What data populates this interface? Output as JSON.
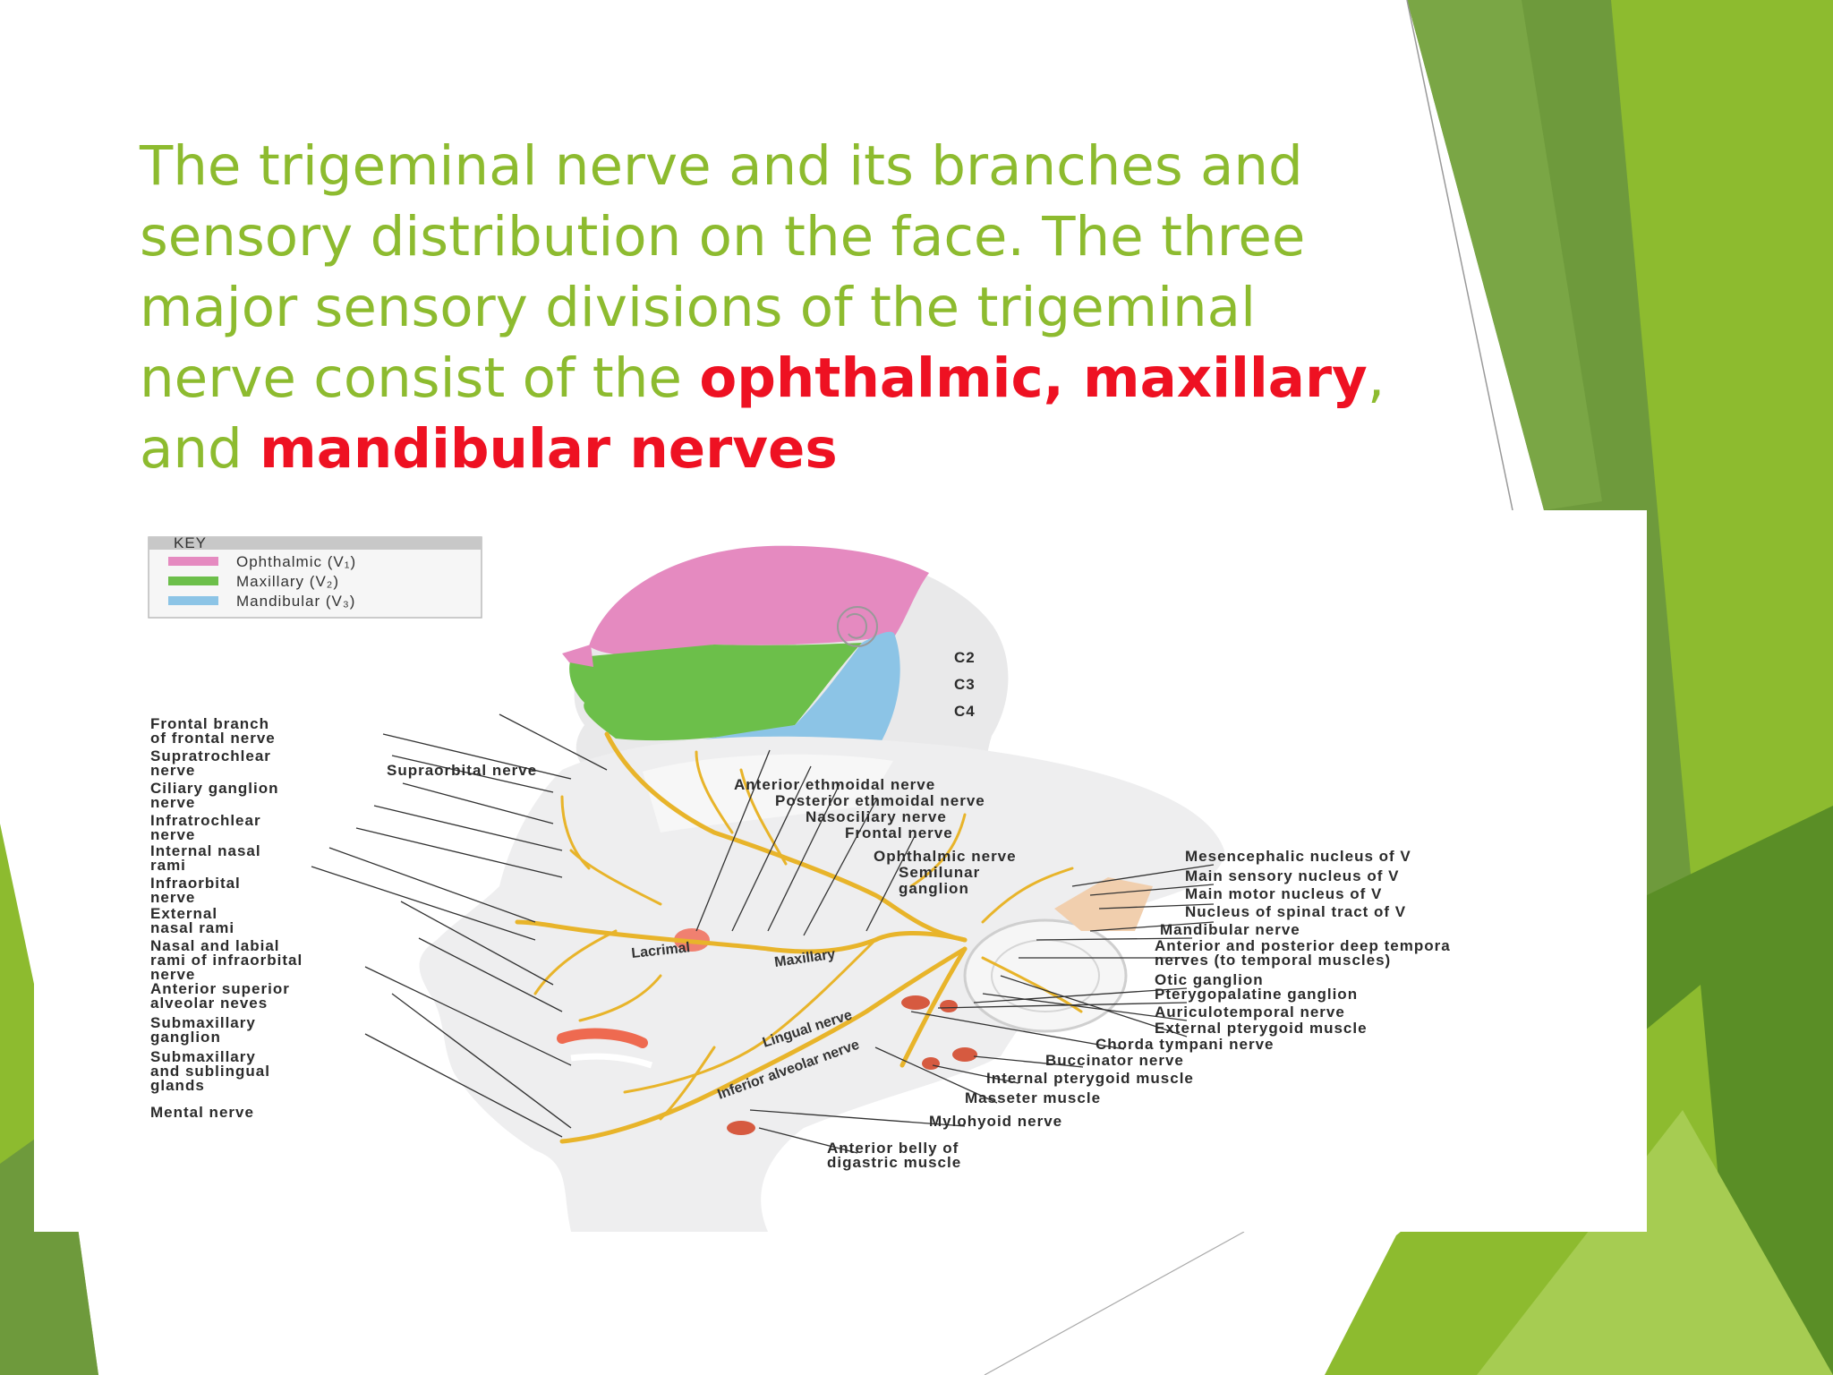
{
  "slide": {
    "title_part1": "The trigeminal nerve and its branches and sensory distribution on the face. The three major sensory divisions of the trigeminal nerve consist of the ",
    "title_highlight1": "ophthalmic, maxillary",
    "title_part2": ", and ",
    "title_highlight2": "mandibular nerves",
    "text_color": "#8dbb2f",
    "highlight_color": "#ee1122",
    "accent_greens": [
      "#8dbb2f",
      "#6e9a3c",
      "#4d8a1e",
      "#a6cc52"
    ]
  },
  "figure": {
    "key": {
      "title": "KEY",
      "items": [
        {
          "label": "Ophthalmic (V₁)",
          "color": "#e58ac0"
        },
        {
          "label": "Maxillary (V₂)",
          "color": "#6cbf4a"
        },
        {
          "label": "Mandibular (V₃)",
          "color": "#8cc4e6"
        }
      ]
    },
    "dermatome_labels": [
      "C2",
      "C3",
      "C4"
    ],
    "left_labels": [
      "Frontal branch",
      "of frontal nerve",
      "Supratrochlear",
      "nerve",
      "Ciliary ganglion",
      "nerve",
      "Infratrochlear",
      "nerve",
      "Internal nasal",
      "rami",
      "Infraorbital",
      "nerve",
      "External",
      "nasal rami",
      "Nasal and labial",
      "rami of infraorbital",
      "nerve",
      "Anterior superior",
      "alveolar neves",
      "Submaxillary",
      "ganglion",
      "Submaxillary",
      "and sublingual",
      "glands",
      "Mental nerve"
    ],
    "top_labels": [
      "Supraorbital nerve",
      "Anterior ethmoidal nerve",
      "Posterior ethmoidal nerve",
      "Nasociliary nerve",
      "Frontal nerve",
      "Ophthalmic nerve",
      "Semilunar",
      "ganglion"
    ],
    "right_labels": [
      "Mesencephalic nucleus of V",
      "Main sensory nucleus of V",
      "Main motor nucleus of V",
      "Nucleus of spinal tract of V",
      "Mandibular nerve",
      "Anterior and posterior deep tempora",
      "nerves (to temporal muscles)",
      "Otic ganglion",
      "Pterygopalatine ganglion",
      "Auriculotemporal nerve",
      "External pterygoid muscle",
      "Chorda tympani nerve",
      "Buccinator nerve",
      "Internal pterygoid muscle",
      "Masseter muscle",
      "Mylohyoid nerve",
      "Anterior belly of",
      "digastric muscle"
    ],
    "inner_labels": [
      "Lacrimal",
      "Maxillary",
      "Lingual nerve",
      "Inferior alveolar nerve"
    ]
  }
}
